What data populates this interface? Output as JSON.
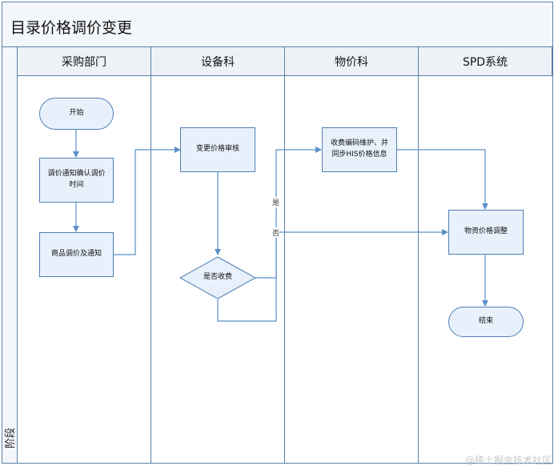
{
  "title": "目录价格调价变更",
  "phase_label": "阶段",
  "lanes": [
    "采购部门",
    "设备科",
    "物价科",
    "SPD系统"
  ],
  "nodes": {
    "start": "开始",
    "confirm_time": "调价通知确认调价\n时间",
    "notify": "商品调价及通知",
    "review": "变更价格审核",
    "is_charge": "是否收费",
    "code_maint": "收费编码维护、并\n同步HIS价格信息",
    "adjust": "物资价格调整",
    "end": "结束"
  },
  "edge_labels": {
    "yes": "是",
    "no": "否"
  },
  "watermark": "@稀土掘金技术社区",
  "colors": {
    "border": "#5b7fa8",
    "node_fill": "#e8f1fb",
    "arrow": "#5b8fc7"
  }
}
